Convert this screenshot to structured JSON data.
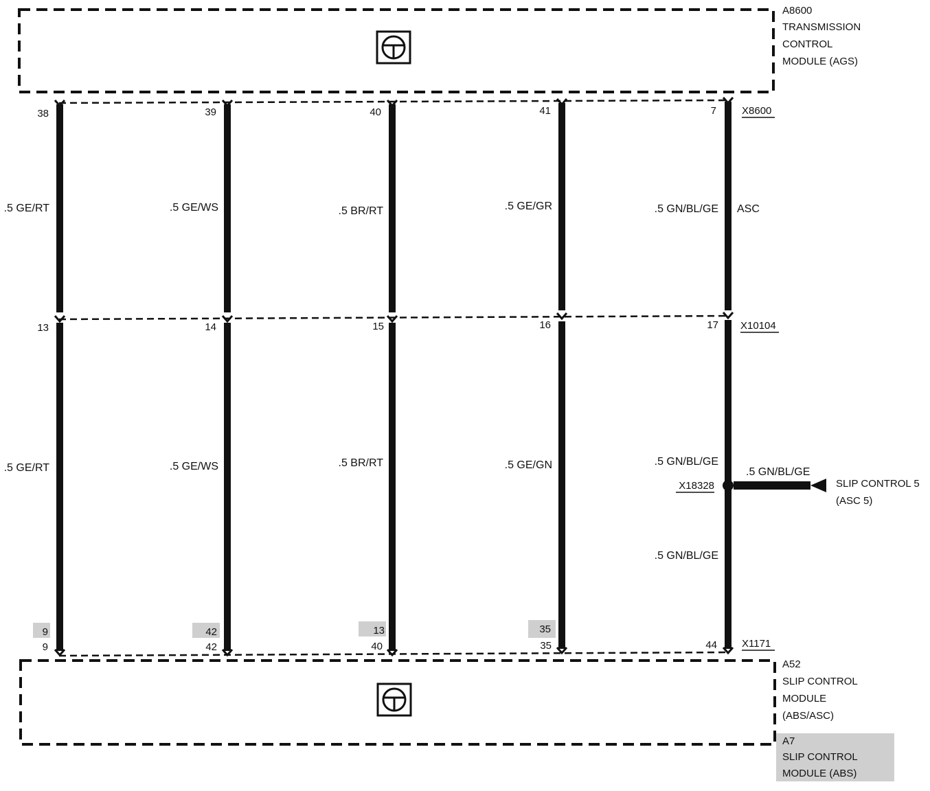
{
  "modules": {
    "top": {
      "id": "A8600",
      "lines": [
        "TRANSMISSION",
        "CONTROL",
        "MODULE (AGS)"
      ],
      "icon": "steering-wheel-icon"
    },
    "bottom": {
      "id": "A52",
      "lines": [
        "SLIP CONTROL",
        "MODULE",
        "(ABS/ASC)"
      ],
      "alt_id": "A7",
      "alt_lines": [
        "SLIP CONTROL",
        "MODULE (ABS)"
      ],
      "icon": "steering-wheel-icon"
    }
  },
  "connectors": {
    "top": "X8600",
    "middle": "X10104",
    "bottom": "X1171",
    "splice": "X18328"
  },
  "wires": [
    {
      "top_pin": "38",
      "mid_pin": "13",
      "bottom_pin": "9",
      "alt_pin": "9",
      "upper_label": ".5 GE/RT",
      "lower_label": ".5 GE/RT"
    },
    {
      "top_pin": "39",
      "mid_pin": "14",
      "bottom_pin": "42",
      "alt_pin": "42",
      "upper_label": ".5 GE/WS",
      "lower_label": ".5 GE/WS"
    },
    {
      "top_pin": "40",
      "mid_pin": "15",
      "bottom_pin": "40",
      "alt_pin": "13",
      "upper_label": ".5 BR/RT",
      "lower_label": ".5 BR/RT"
    },
    {
      "top_pin": "41",
      "mid_pin": "16",
      "bottom_pin": "35",
      "alt_pin": "35",
      "upper_label": ".5 GE/GR",
      "lower_label": ".5 GE/GN"
    },
    {
      "top_pin": "7",
      "mid_pin": "17",
      "bottom_pin": "44",
      "alt_pin": "",
      "upper_label": ".5 GN/BL/GE",
      "lower_label": ".5 GN/BL/GE",
      "circuit": "ASC",
      "below_splice_label": ".5 GN/BL/GE"
    }
  ],
  "branch": {
    "label": ".5 GN/BL/GE",
    "destination": [
      "SLIP CONTROL 5",
      "(ASC 5)"
    ]
  },
  "colors": {
    "ink": "#111111",
    "highlight": "#cfcfcf"
  }
}
